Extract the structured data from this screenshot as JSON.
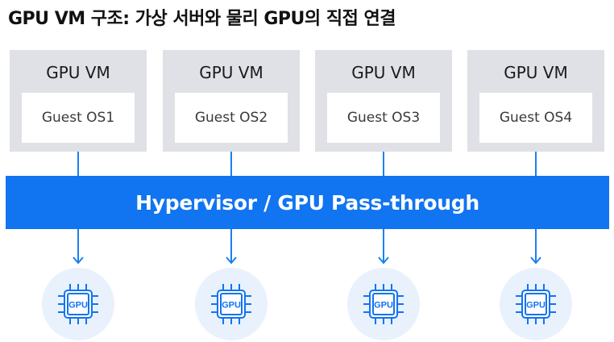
{
  "title": "GPU VM 구조: 가상 서버와 물리 GPU의 직접 연결",
  "colors": {
    "accent": "#1174f1",
    "vm_box": "#dfe1e6",
    "gpu_circle": "#e9f1fc"
  },
  "vms": [
    {
      "label": "GPU VM",
      "guest_os": "Guest OS1"
    },
    {
      "label": "GPU VM",
      "guest_os": "Guest OS2"
    },
    {
      "label": "GPU VM",
      "guest_os": "Guest OS3"
    },
    {
      "label": "GPU VM",
      "guest_os": "Guest OS4"
    }
  ],
  "hypervisor": {
    "label": "Hypervisor / GPU Pass-through"
  },
  "gpus": [
    {
      "label": "GPU",
      "icon": "gpu-chip-icon"
    },
    {
      "label": "GPU",
      "icon": "gpu-chip-icon"
    },
    {
      "label": "GPU",
      "icon": "gpu-chip-icon"
    },
    {
      "label": "GPU",
      "icon": "gpu-chip-icon"
    }
  ]
}
